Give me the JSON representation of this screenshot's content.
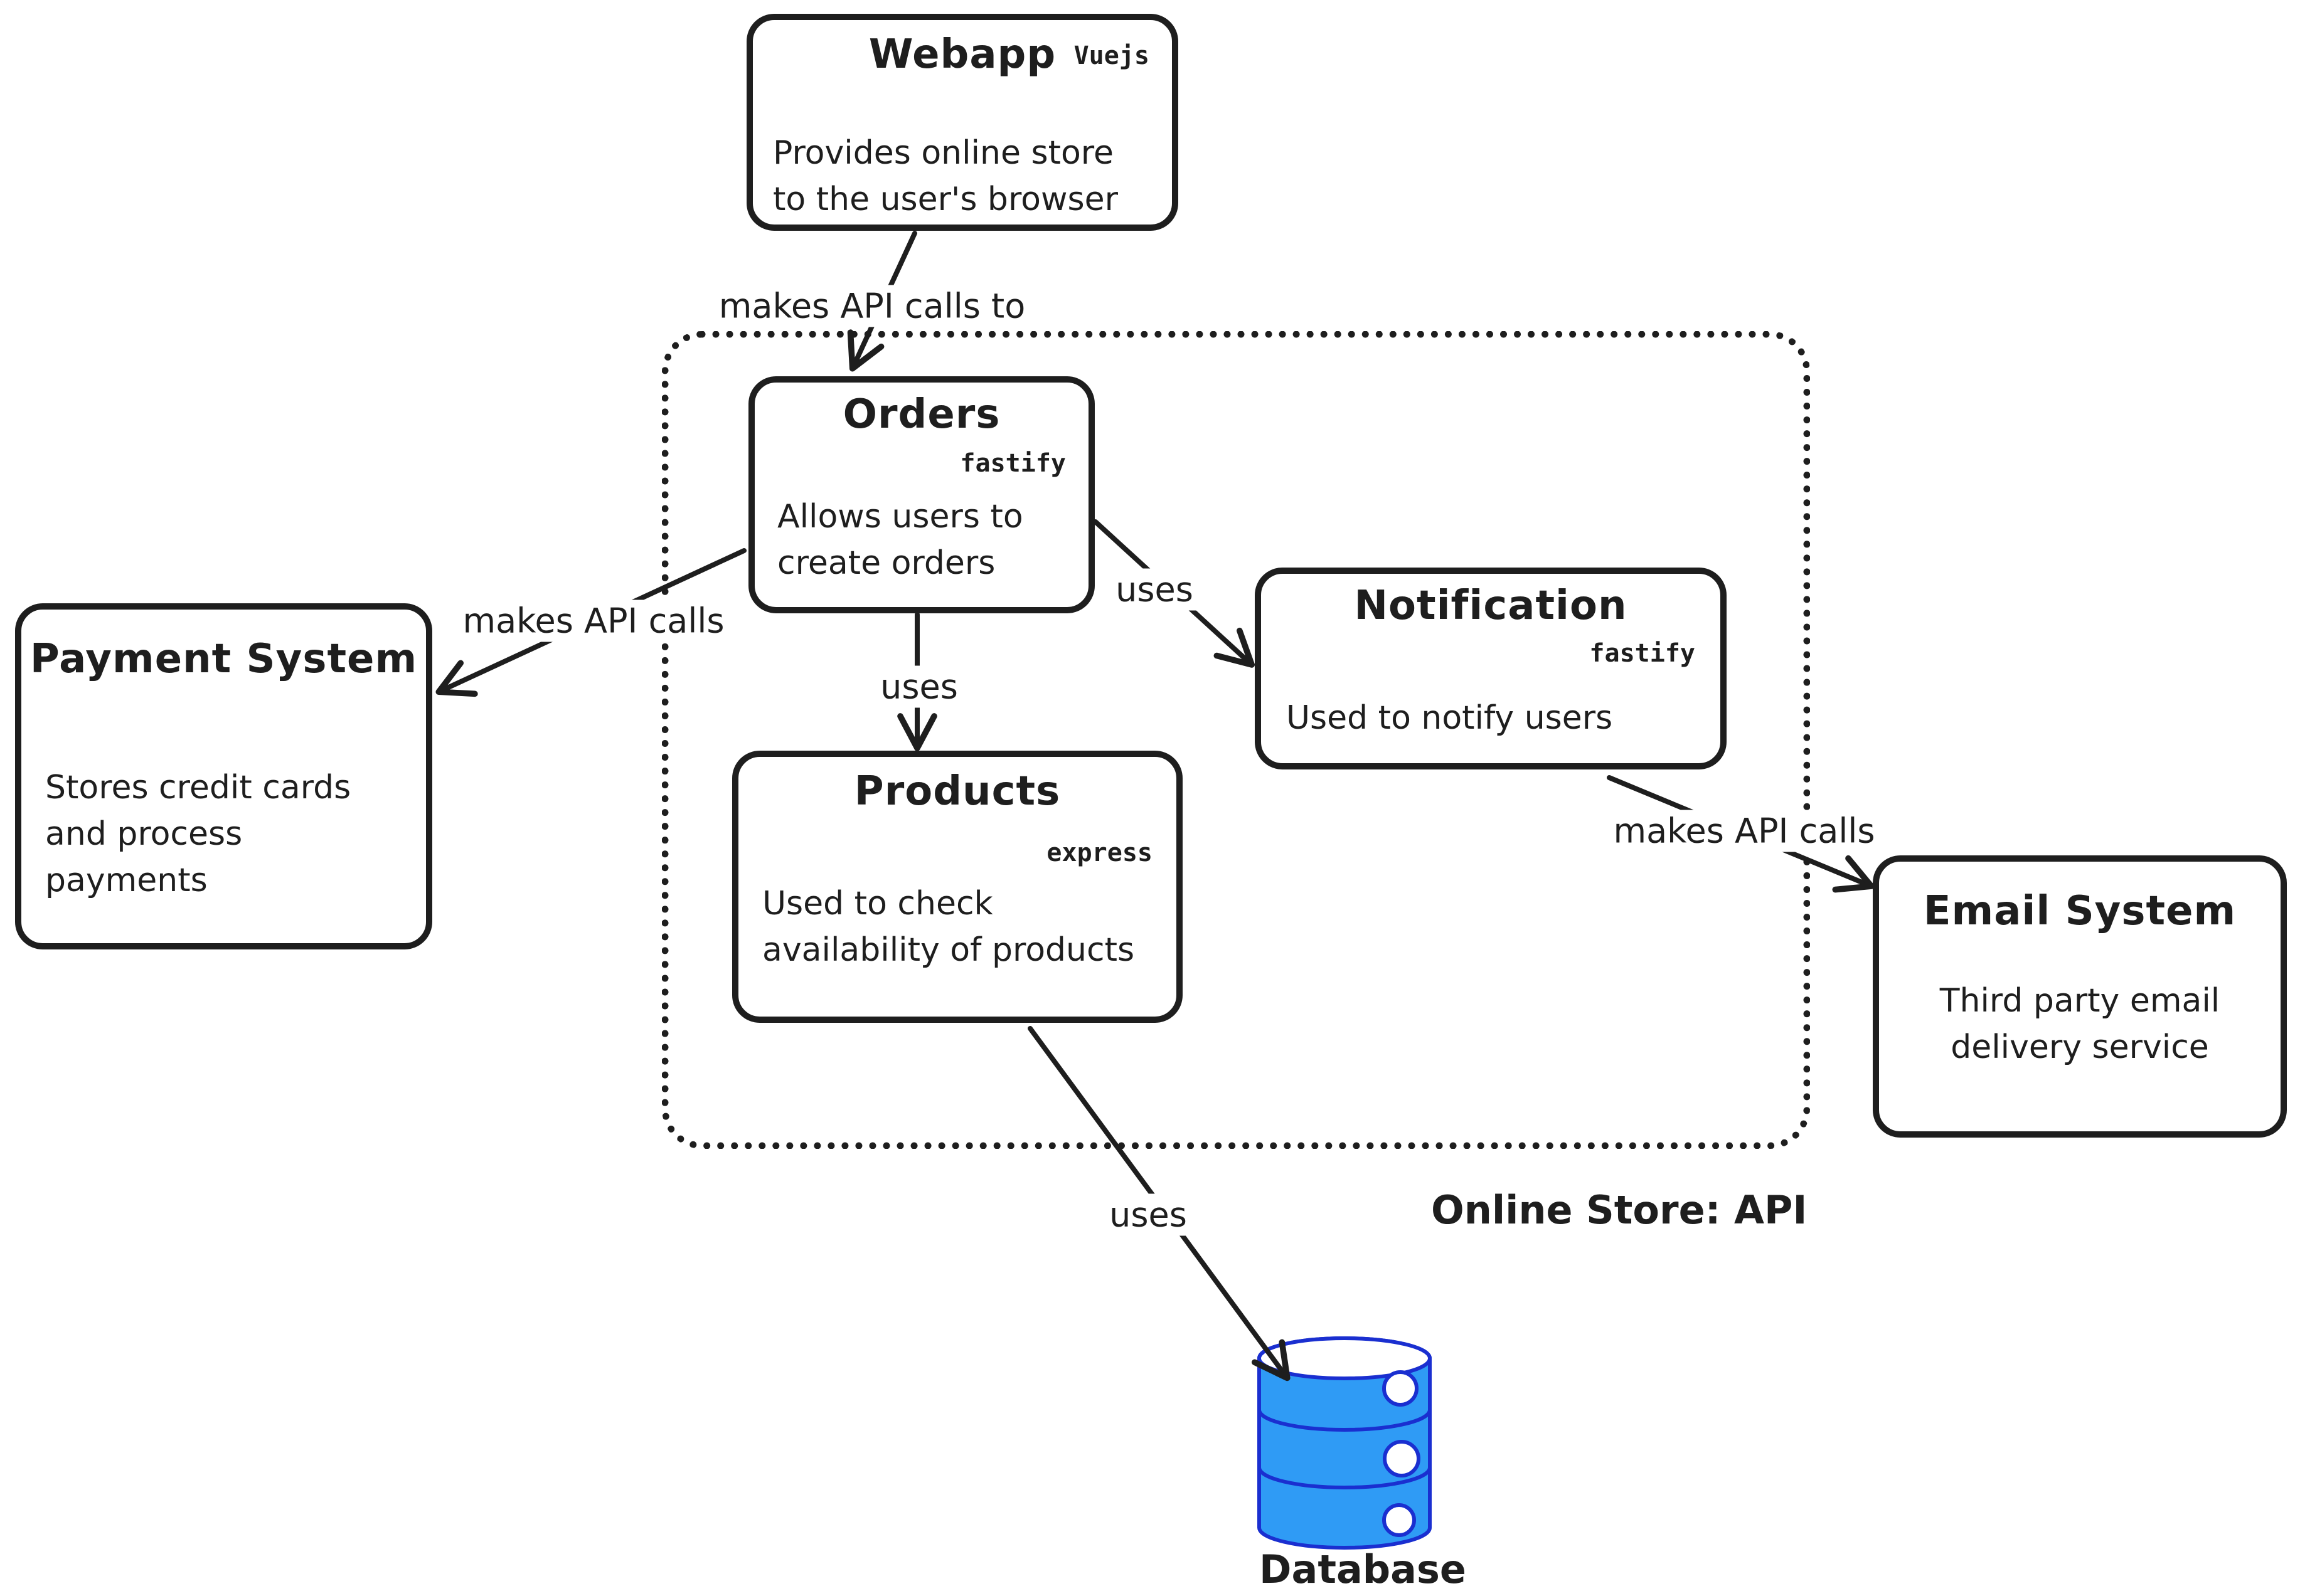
{
  "nodes": {
    "webapp": {
      "title": "Webapp",
      "tech": "Vuejs",
      "desc_lines": [
        "Provides online store",
        "to the user's browser"
      ]
    },
    "orders": {
      "title": "Orders",
      "tech": "fastify",
      "desc_lines": [
        "Allows users to",
        "create orders"
      ]
    },
    "notification": {
      "title": "Notification",
      "tech": "fastify",
      "desc_lines": [
        "Used to notify users"
      ]
    },
    "products": {
      "title": "Products",
      "tech": "express",
      "desc_lines": [
        "Used to check",
        "availability of products"
      ]
    },
    "payment_system": {
      "title": "Payment System",
      "desc_lines": [
        "Stores credit cards",
        "and process",
        "payments"
      ]
    },
    "email_system": {
      "title": "Email System",
      "desc_lines": [
        "Third party email",
        "delivery service"
      ]
    },
    "database": {
      "title": "Database"
    }
  },
  "container": {
    "label": "Online Store: API"
  },
  "edges": [
    {
      "from": "webapp",
      "to": "orders",
      "label": "makes API calls to"
    },
    {
      "from": "orders",
      "to": "payment_system",
      "label": "makes API calls"
    },
    {
      "from": "orders",
      "to": "products",
      "label": "uses"
    },
    {
      "from": "orders",
      "to": "notification",
      "label": "uses"
    },
    {
      "from": "notification",
      "to": "email_system",
      "label": "makes API calls"
    },
    {
      "from": "products",
      "to": "database",
      "label": "uses"
    }
  ],
  "colors": {
    "stroke": "#1e1e1e",
    "database_fill": "#2f9bf5",
    "database_stroke": "#1a2fd0",
    "background": "#ffffff"
  }
}
